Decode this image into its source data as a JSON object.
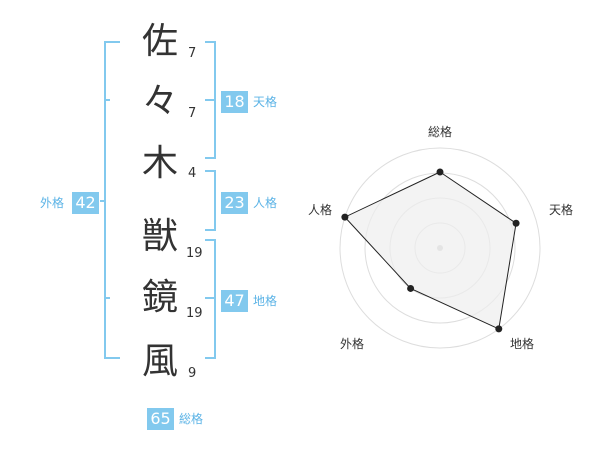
{
  "name": {
    "chars": [
      {
        "char": "佐",
        "strokes": "7"
      },
      {
        "char": "々",
        "strokes": "7"
      },
      {
        "char": "木",
        "strokes": "4"
      },
      {
        "char": "獣",
        "strokes": "19"
      },
      {
        "char": "鏡",
        "strokes": "19"
      },
      {
        "char": "風",
        "strokes": "9"
      }
    ]
  },
  "fortune": {
    "tenkaku": {
      "value": "18",
      "label": "天格"
    },
    "jinkaku": {
      "value": "23",
      "label": "人格"
    },
    "chikaku": {
      "value": "47",
      "label": "地格"
    },
    "gaikaku": {
      "value": "42",
      "label": "外格"
    },
    "soukaku": {
      "value": "65",
      "label": "総格"
    }
  },
  "chart_data": {
    "type": "radar",
    "axes": [
      "総格",
      "天格",
      "地格",
      "外格",
      "人格"
    ],
    "values": [
      0.76,
      0.8,
      1.0,
      0.5,
      1.0
    ],
    "max": 1.0,
    "rings": 4,
    "fill": "#eeeeee",
    "line": "#222222"
  },
  "colors": {
    "bracket": "#82c9ee",
    "value_bg": "#82c9ee",
    "label": "#5bb3e6"
  }
}
